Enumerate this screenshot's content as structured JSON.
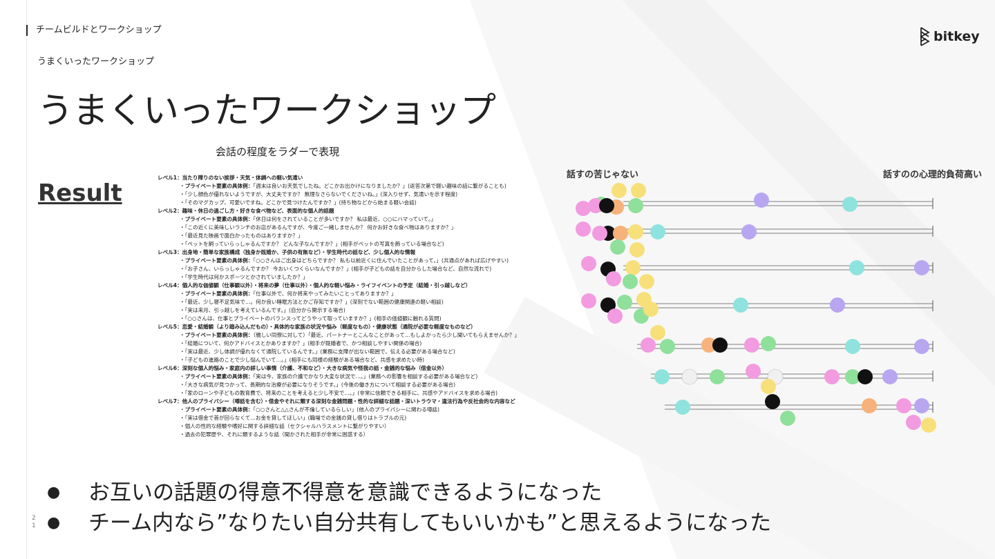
{
  "header": {
    "breadcrumb": "チームビルドとワークショップ",
    "subtitle": "うまくいったワークショップ",
    "logo_text": "bitkey"
  },
  "title": "うまくいったワークショップ",
  "result_label": "Result",
  "figure": {
    "caption": "会話の程度をラダーで表現",
    "levels": [
      {
        "title": "レベル1：当たり障りのない挨拶・天気・体調への軽い気遣い",
        "example": "「週末は良いお天気でしたね。どこかお出かけになりましたか？」(返答次第で軽い趣味の話に繋がることも)",
        "items": [
          "「少し顔色が優れないようですが、大丈夫ですか？ 無理なさらないでくださいね。」(深入りせず、気遣いを示す程度)",
          "「そのマグカップ、可愛いですね。どこかで見つけたんですか？」(持ち物などから始まる軽い会話)"
        ]
      },
      {
        "title": "レベル2：趣味・休日の過ごし方・好きな食べ物など、表面的な個人的話題",
        "example": "「休日は何をされていることが多いですか？ 私は最近、○○にハマっていて。」",
        "items": [
          "「この近くに美味しいランチのお店があるんですが、今度ご一緒しませんか？ 何かお好きな食べ物はありますか？」",
          "「最近見た映画で面白かったものはありますか？」",
          "「ペットを飼っていらっしゃるんですか？ どんな子なんですか？」(相手がペットの写真を飾っている場合など)"
        ]
      },
      {
        "title": "レベル3：出身地・簡単な家族構成（独身か既婚か、子供の有無など）・学生時代の話など、少し個人的な情報",
        "example": "「○○さんはご出身はどちらですか？ 私も以前近くに住んでいたことがあって。」(共通点があれば広げやすい)",
        "items": [
          "「お子さん、いらっしゃるんですか？ 今おいくつくらいなんですか？」(相手が子どもの話を自分からした場合など、自然な流れで)",
          "「学生時代は何かスポーツとかされていましたか？」"
        ]
      },
      {
        "title": "レベル4：個人的な価値観（仕事観以外）・将来の夢（仕事以外）・個人的な軽い悩み・ライフイベントの予定（結婚・引っ越しなど）",
        "example": "「仕事以外で、何か将来やってみたいことってありますか？」",
        "items": [
          "「最近、少し寝不足気味で…。何か良い睡眠方法とかご存知ですか？」(深刻でない範囲の健康関連の軽い相談)",
          "「実は来月、引っ越しを考えているんです。」(自分から開示する場合)",
          "「○○さんは、仕事とプライベートのバランスってどうやって取っていますか？」(相手の価値観に触れる質問)"
        ]
      },
      {
        "title": "レベル5：恋愛・結婚観（より踏み込んだもの）・具体的な家族の状況や悩み（軽度なもの）・健康状態（通院が必要な軽度なものなど）",
        "example": "（親しい同僚に対して）「最近、パートナーとこんなことがあって…もしよかったら少し聞いてもらえませんか？」",
        "items": [
          "「結婚について、何かアドバイスとかありますか？」(相手が既婚者で、かつ相談しやすい関係の場合)",
          "「実は最近、少し体調が優れなくて通院しているんです。」(業務に支障が出ない範囲で、伝える必要がある場合など)",
          "「子どもの進路のことで少し悩んでいて…。」(相手にも同様の経験がある場合など、共感を求めたい時)"
        ]
      },
      {
        "title": "レベル6：深刻な個人的悩み・家庭内の詳しい事情（介護、不和など）・大きな病気や怪我の話・金銭的な悩み（借金以外）",
        "example": "「実は今、家族の介護でかなり大変な状況で…。」(業務への影響を相談する必要がある場合など)",
        "items": [
          "「大きな病気が見つかって、長期的な治療が必要になりそうです。」(今後の働き方について相談する必要がある場合)",
          "「家のローンや子どもの教育費で、将来のことを考えると少し不安で…。」(非常に信頼できる相手に、共感やアドバイスを求める場合)"
        ]
      },
      {
        "title": "レベル7：他人のプライバシー（噂話を含む）・借金やそれに類する深刻な金銭問題・性的な詳細な話題・深いトラウマ・違法行為や反社会的な内容など",
        "example": "「○○さんと△△さんが不倫しているらしい」(他人のプライバシーに関わる噂話)",
        "items": [
          "「実は借金で首が回らなくて…お金を貸してほしい」(職場での金銭の貸し借りはトラブルの元)",
          "個人の性的な経験や嗜好に関する詳細な話（セクシャルハラスメントに繋がりやすい）",
          "過去の犯罪歴や、それに類するような話（聞かされた相手が非常に困惑する）"
        ]
      }
    ],
    "example_label": "プライベート要素の具体例：",
    "ladder": {
      "left_heading": "話すの苦じゃない",
      "right_heading": "話すのの心理的負荷高い",
      "colors": [
        "#f29be0",
        "#f7e07a",
        "#8fe09a",
        "#f6b27a",
        "#8ee3de",
        "#b8a6f0",
        "#111111",
        "#f0f0f0"
      ]
    }
  },
  "bullets": [
    "お互いの話題の得意不得意を意識できるようになった",
    "チーム内なら”なりたい自分共有してもいいかも”と思えるようになった"
  ],
  "page_number": "2\n1"
}
